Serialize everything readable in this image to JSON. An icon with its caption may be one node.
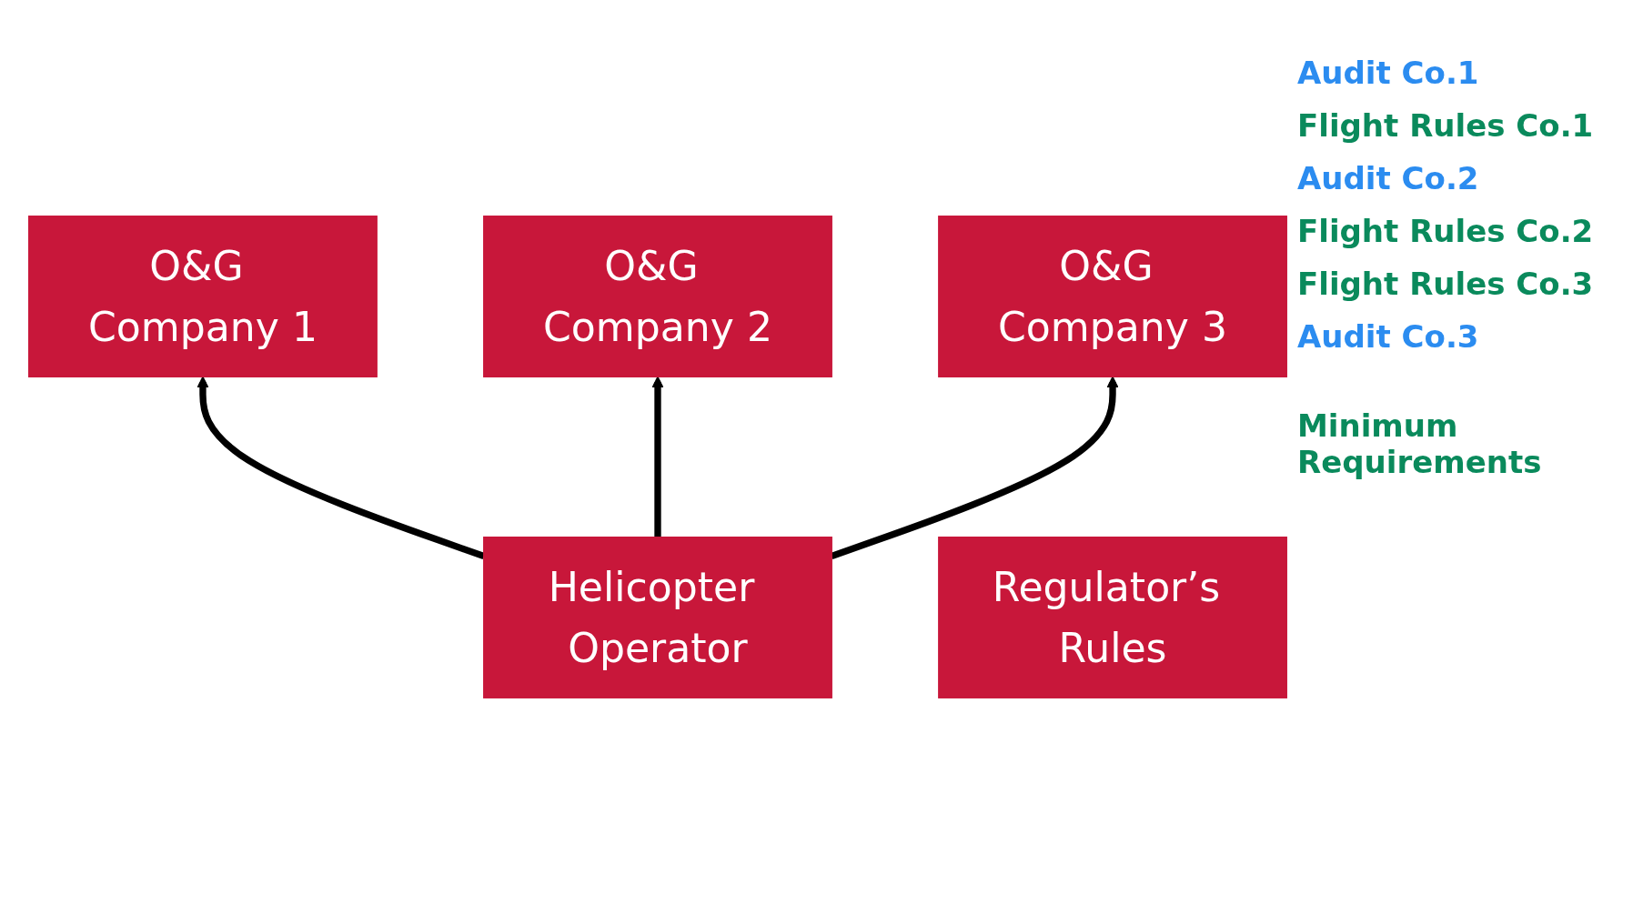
{
  "diagram": {
    "nodes": [
      {
        "text": [
          "O&G Company 1"
        ]
      },
      {
        "text": [
          "O&G Company 2"
        ]
      },
      {
        "text": [
          "O&G Company 3"
        ]
      },
      {
        "text": [
          "Helicopter Operator"
        ]
      },
      {
        "text": [
          "Regulator’s Rules"
        ],
        "beside": [
          "Minimum Requirements"
        ]
      }
    ],
    "edges": [
      {
        "from": 3,
        "to": 0,
        "arrow": "to"
      },
      {
        "from": 3,
        "to": 1,
        "arrow": "to"
      },
      {
        "from": 3,
        "to": 2,
        "arrow": "to"
      }
    ],
    "labels": [
      "Audit Co.1",
      "Flight Rules Co.1",
      "Audit Co.2",
      "Flight Rules Co.2",
      "Flight Rules Co.3",
      "Audit Co.3"
    ]
  }
}
